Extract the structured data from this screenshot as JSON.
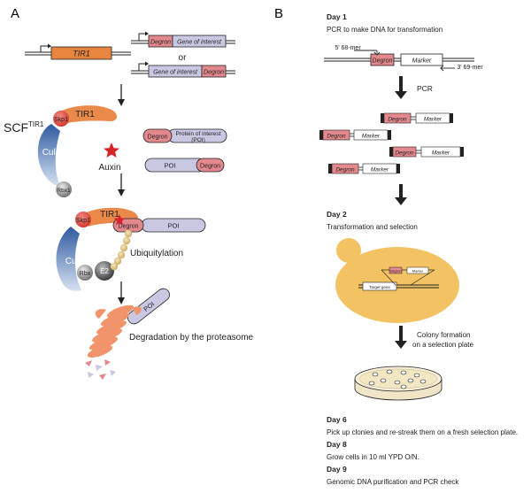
{
  "panel_a": {
    "label": "A",
    "tir1_gene": "TIR1",
    "construct_top": {
      "degron": "Degron",
      "gene": "Gene of interest"
    },
    "or_text": "or",
    "construct_bottom": {
      "gene": "Gene of interest",
      "degron": "Degron"
    },
    "scf_main": "SCF",
    "scf_sup": "TIR1",
    "skp1": "Skp1",
    "tir1": "TIR1",
    "cul1": "Cul1",
    "rbx1": "Rbx1",
    "auxin": "Auxin",
    "poi_long_degron": "Degron",
    "poi_long_line1": "Protein of interest",
    "poi_long_line2": "(POI)",
    "poi_short": "POI",
    "poi_short_degron": "Degron",
    "complex_skp1": "Skp1",
    "complex_tir1": "TIR1",
    "complex_degron": "Degron",
    "complex_poi": "POI",
    "complex_cul1": "Cul1",
    "complex_rbx": "Rbx",
    "complex_e2": "E2",
    "ubiquitylation": "Ubiquitylation",
    "proteasome_poi": "POI",
    "degradation": "Degradation by the proteasome"
  },
  "panel_b": {
    "label": "B",
    "day1_title": "Day 1",
    "day1_desc": "PCR to make DNA for transformation",
    "primer_fwd": "5' 68-mer",
    "primer_rev": "3' 69-mer",
    "template_degron": "Degron",
    "template_marker": "Marker",
    "pcr_label": "PCR",
    "products": [
      {
        "degron": "Degron",
        "marker": "Marker"
      },
      {
        "degron": "Degron",
        "marker": "Marker"
      },
      {
        "degron": "Degron",
        "marker": "Marker"
      },
      {
        "degron": "Degron",
        "marker": "Marker"
      }
    ],
    "day2_title": "Day 2",
    "day2_desc": "Transformation and selection",
    "cell_degron": "Degron",
    "cell_marker": "Marker",
    "cell_target": "Target gene",
    "colony_line1": "Colony formation",
    "colony_line2": "on a selection plate",
    "day6_title": "Day 6",
    "day6_desc": "Pick up clonies and re-streak them on a fresh selection plate.",
    "day8_title": "Day 8",
    "day8_desc": "Grow cells in 10 ml YPD O/N.",
    "day9_title": "Day 9",
    "day9_desc": "Genomic DNA purification and PCR check"
  },
  "colors": {
    "degron": "#e3888c",
    "poi": "#c9c8e3",
    "tir1_gene": "#e8853f",
    "tir1": "#e98a4a",
    "cul1": "#3e6fb3",
    "skp1": "#e2473c",
    "auxin": "#d9232b",
    "proteasome": "#f1946b",
    "ubiquitin": "#e2cb8f",
    "yeast": "#f3c363"
  }
}
